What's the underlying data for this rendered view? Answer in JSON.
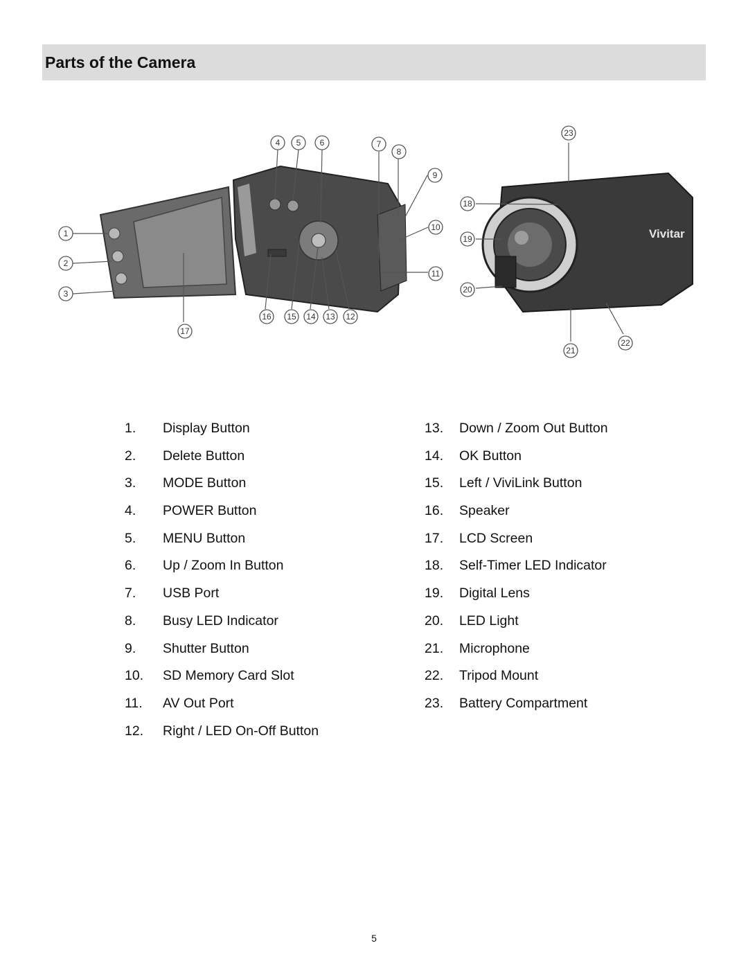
{
  "header": {
    "title": "Parts of the Camera"
  },
  "figure": {
    "brand_text": "Vivitar",
    "callouts": [
      "1",
      "2",
      "3",
      "4",
      "5",
      "6",
      "7",
      "8",
      "9",
      "10",
      "11",
      "12",
      "13",
      "14",
      "15",
      "16",
      "17",
      "18",
      "19",
      "20",
      "21",
      "22",
      "23"
    ]
  },
  "parts_left": [
    {
      "num": "1.",
      "label": "Display Button"
    },
    {
      "num": "2.",
      "label": "Delete Button"
    },
    {
      "num": "3.",
      "label": "MODE Button"
    },
    {
      "num": "4.",
      "label": "POWER Button"
    },
    {
      "num": "5.",
      "label": "MENU Button"
    },
    {
      "num": "6.",
      "label": "Up / Zoom In Button"
    },
    {
      "num": "7.",
      "label": "USB Port"
    },
    {
      "num": "8.",
      "label": "Busy LED Indicator"
    },
    {
      "num": "9.",
      "label": "Shutter Button"
    },
    {
      "num": "10.",
      "label": "SD Memory Card Slot"
    },
    {
      "num": "11.",
      "label": "AV Out Port"
    },
    {
      "num": "12.",
      "label": "Right / LED On-Off Button"
    }
  ],
  "parts_right": [
    {
      "num": "13.",
      "label": "Down / Zoom Out Button"
    },
    {
      "num": "14.",
      "label": "OK Button"
    },
    {
      "num": "15.",
      "label": "Left / ViviLink Button"
    },
    {
      "num": "16.",
      "label": "Speaker"
    },
    {
      "num": "17.",
      "label": "LCD Screen"
    },
    {
      "num": "18.",
      "label": "Self-Timer LED Indicator"
    },
    {
      "num": "19.",
      "label": "Digital Lens"
    },
    {
      "num": "20.",
      "label": "LED Light"
    },
    {
      "num": "21.",
      "label": "Microphone"
    },
    {
      "num": "22.",
      "label": "Tripod Mount"
    },
    {
      "num": "23.",
      "label": "Battery Compartment"
    }
  ],
  "footer": {
    "page_number": "5"
  }
}
